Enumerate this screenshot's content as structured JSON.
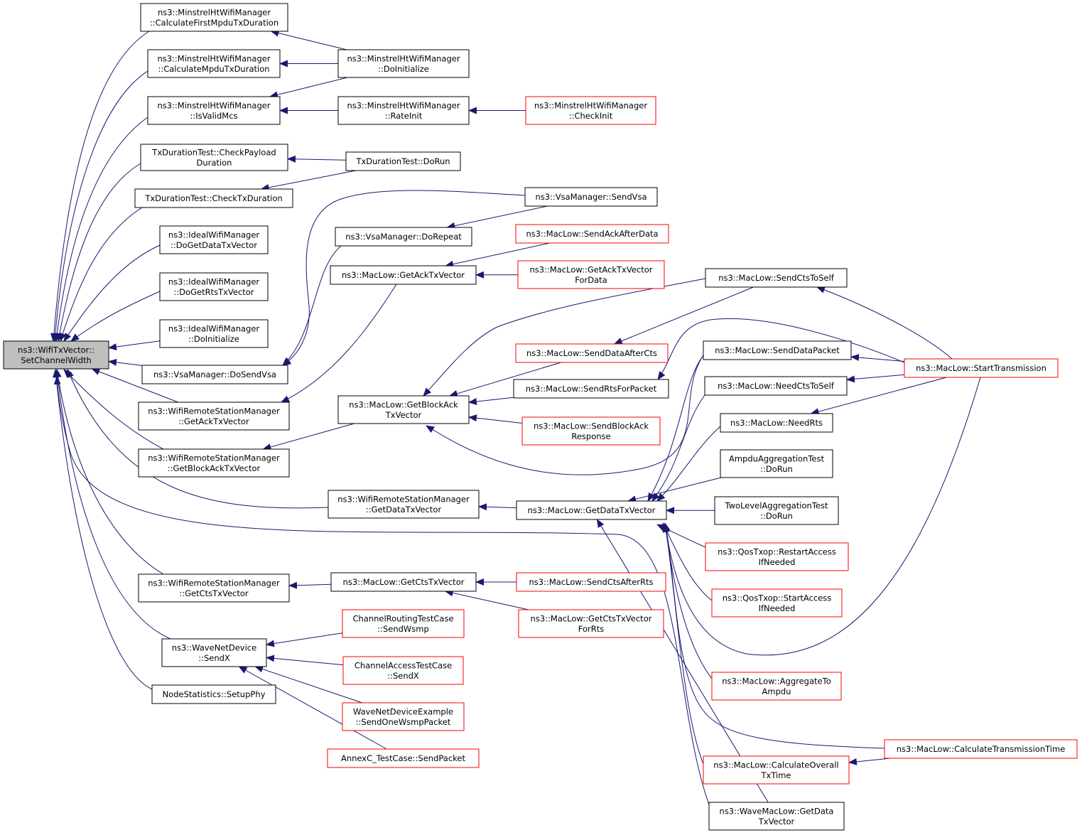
{
  "colors": {
    "edge": "#191970",
    "black_border": "#000000",
    "red_border": "#ff0000",
    "focus_fill": "#bfbfbf",
    "node_fill": "#ffffff"
  },
  "nodes": [
    {
      "id": "root",
      "lines": [
        "ns3::WifiTxVector::",
        "SetChannelWidth"
      ],
      "border": "black",
      "focus": true
    },
    {
      "id": "mhw_cfmtd",
      "lines": [
        "ns3::MinstrelHtWifiManager",
        "::CalculateFirstMpduTxDuration"
      ],
      "border": "black"
    },
    {
      "id": "mhw_cmtd",
      "lines": [
        "ns3::MinstrelHtWifiManager",
        "::CalculateMpduTxDuration"
      ],
      "border": "black"
    },
    {
      "id": "mhw_ivm",
      "lines": [
        "ns3::MinstrelHtWifiManager",
        "::IsValidMcs"
      ],
      "border": "black"
    },
    {
      "id": "tdt_cpd",
      "lines": [
        "TxDurationTest::CheckPayload",
        "Duration"
      ],
      "border": "black"
    },
    {
      "id": "tdt_ctd",
      "lines": [
        "TxDurationTest::CheckTxDuration"
      ],
      "border": "black"
    },
    {
      "id": "iwm_dgdtv",
      "lines": [
        "ns3::IdealWifiManager",
        "::DoGetDataTxVector"
      ],
      "border": "black"
    },
    {
      "id": "iwm_dgrtv",
      "lines": [
        "ns3::IdealWifiManager",
        "::DoGetRtsTxVector"
      ],
      "border": "black"
    },
    {
      "id": "iwm_di",
      "lines": [
        "ns3::IdealWifiManager",
        "::DoInitialize"
      ],
      "border": "black"
    },
    {
      "id": "vsa_dsv",
      "lines": [
        "ns3::VsaManager::DoSendVsa"
      ],
      "border": "black"
    },
    {
      "id": "wrsm_gatv",
      "lines": [
        "ns3::WifiRemoteStationManager",
        "::GetAckTxVector"
      ],
      "border": "black"
    },
    {
      "id": "wrsm_gbatv",
      "lines": [
        "ns3::WifiRemoteStationManager",
        "::GetBlockAckTxVector"
      ],
      "border": "black"
    },
    {
      "id": "wrsm_gdtv",
      "lines": [
        "ns3::WifiRemoteStationManager",
        "::GetDataTxVector"
      ],
      "border": "black"
    },
    {
      "id": "wrsm_gctv",
      "lines": [
        "ns3::WifiRemoteStationManager",
        "::GetCtsTxVector"
      ],
      "border": "black"
    },
    {
      "id": "wnd_sx",
      "lines": [
        "ns3::WaveNetDevice",
        "::SendX"
      ],
      "border": "black"
    },
    {
      "id": "ns_sp",
      "lines": [
        "NodeStatistics::SetupPhy"
      ],
      "border": "black"
    },
    {
      "id": "mhw_di",
      "lines": [
        "ns3::MinstrelHtWifiManager",
        "::DoInitialize"
      ],
      "border": "black"
    },
    {
      "id": "mhw_ri",
      "lines": [
        "ns3::MinstrelHtWifiManager",
        "::RateInit"
      ],
      "border": "black"
    },
    {
      "id": "mhw_ci",
      "lines": [
        "ns3::MinstrelHtWifiManager",
        "::CheckInit"
      ],
      "border": "red"
    },
    {
      "id": "tdt_dr",
      "lines": [
        "TxDurationTest::DoRun"
      ],
      "border": "black"
    },
    {
      "id": "vsa_sv",
      "lines": [
        "ns3::VsaManager::SendVsa"
      ],
      "border": "black"
    },
    {
      "id": "vsa_dr",
      "lines": [
        "ns3::VsaManager::DoRepeat"
      ],
      "border": "black"
    },
    {
      "id": "ml_saad",
      "lines": [
        "ns3::MacLow::SendAckAfterData"
      ],
      "border": "red"
    },
    {
      "id": "ml_gatv",
      "lines": [
        "ns3::MacLow::GetAckTxVector"
      ],
      "border": "black"
    },
    {
      "id": "ml_gatvfd",
      "lines": [
        "ns3::MacLow::GetAckTxVector",
        "ForData"
      ],
      "border": "red"
    },
    {
      "id": "ml_scts",
      "lines": [
        "ns3::MacLow::SendCtsToSelf"
      ],
      "border": "black"
    },
    {
      "id": "ml_sdac",
      "lines": [
        "ns3::MacLow::SendDataAfterCts"
      ],
      "border": "red"
    },
    {
      "id": "ml_sdp",
      "lines": [
        "ns3::MacLow::SendDataPacket"
      ],
      "border": "black"
    },
    {
      "id": "ml_st",
      "lines": [
        "ns3::MacLow::StartTransmission"
      ],
      "border": "red"
    },
    {
      "id": "ml_srfp",
      "lines": [
        "ns3::MacLow::SendRtsForPacket"
      ],
      "border": "black"
    },
    {
      "id": "ml_ncts",
      "lines": [
        "ns3::MacLow::NeedCtsToSelf"
      ],
      "border": "black"
    },
    {
      "id": "ml_gbatv",
      "lines": [
        "ns3::MacLow::GetBlockAck",
        "TxVector"
      ],
      "border": "black"
    },
    {
      "id": "ml_sbar",
      "lines": [
        "ns3::MacLow::SendBlockAck",
        "Response"
      ],
      "border": "red"
    },
    {
      "id": "ml_nr",
      "lines": [
        "ns3::MacLow::NeedRts"
      ],
      "border": "black"
    },
    {
      "id": "aat_dr",
      "lines": [
        "AmpduAggregationTest",
        "::DoRun"
      ],
      "border": "black"
    },
    {
      "id": "ml_gdtv",
      "lines": [
        "ns3::MacLow::GetDataTxVector"
      ],
      "border": "black"
    },
    {
      "id": "tlat_dr",
      "lines": [
        "TwoLevelAggregationTest",
        "::DoRun"
      ],
      "border": "black"
    },
    {
      "id": "qt_rain",
      "lines": [
        "ns3::QosTxop::RestartAccess",
        "IfNeeded"
      ],
      "border": "red"
    },
    {
      "id": "ml_gctv",
      "lines": [
        "ns3::MacLow::GetCtsTxVector"
      ],
      "border": "black"
    },
    {
      "id": "ml_scar",
      "lines": [
        "ns3::MacLow::SendCtsAfterRts"
      ],
      "border": "red"
    },
    {
      "id": "qt_sain",
      "lines": [
        "ns3::QosTxop::StartAccess",
        "IfNeeded"
      ],
      "border": "red"
    },
    {
      "id": "crtc_sw",
      "lines": [
        "ChannelRoutingTestCase",
        "::SendWsmp"
      ],
      "border": "red"
    },
    {
      "id": "ml_gctvfr",
      "lines": [
        "ns3::MacLow::GetCtsTxVector",
        "ForRts"
      ],
      "border": "red"
    },
    {
      "id": "catc_sx",
      "lines": [
        "ChannelAccessTestCase",
        "::SendX"
      ],
      "border": "red"
    },
    {
      "id": "ml_ata",
      "lines": [
        "ns3::MacLow::AggregateTo",
        "Ampdu"
      ],
      "border": "red"
    },
    {
      "id": "wnde_sowp",
      "lines": [
        "WaveNetDeviceExample",
        "::SendOneWsmpPacket"
      ],
      "border": "red"
    },
    {
      "id": "act_sp",
      "lines": [
        "AnnexC_TestCase::SendPacket"
      ],
      "border": "red"
    },
    {
      "id": "ml_ctt",
      "lines": [
        "ns3::MacLow::CalculateTransmissionTime"
      ],
      "border": "red"
    },
    {
      "id": "ml_cott",
      "lines": [
        "ns3::MacLow::CalculateOverall",
        "TxTime"
      ],
      "border": "red"
    },
    {
      "id": "wml_gdtv",
      "lines": [
        "ns3::WaveMacLow::GetData",
        "TxVector"
      ],
      "border": "black"
    }
  ],
  "edges": [
    {
      "from": "mhw_cfmtd",
      "to": "root"
    },
    {
      "from": "mhw_cmtd",
      "to": "root"
    },
    {
      "from": "mhw_ivm",
      "to": "root"
    },
    {
      "from": "tdt_cpd",
      "to": "root"
    },
    {
      "from": "tdt_ctd",
      "to": "root"
    },
    {
      "from": "iwm_dgdtv",
      "to": "root"
    },
    {
      "from": "iwm_dgrtv",
      "to": "root"
    },
    {
      "from": "iwm_di",
      "to": "root"
    },
    {
      "from": "vsa_dsv",
      "to": "root"
    },
    {
      "from": "wrsm_gatv",
      "to": "root"
    },
    {
      "from": "wrsm_gbatv",
      "to": "root"
    },
    {
      "from": "wrsm_gdtv",
      "to": "root"
    },
    {
      "from": "wrsm_gctv",
      "to": "root"
    },
    {
      "from": "wnd_sx",
      "to": "root"
    },
    {
      "from": "ns_sp",
      "to": "root"
    },
    {
      "from": "wml_gdtv",
      "to": "root"
    },
    {
      "from": "mhw_di",
      "to": "mhw_cfmtd"
    },
    {
      "from": "mhw_di",
      "to": "mhw_cmtd"
    },
    {
      "from": "mhw_di",
      "to": "mhw_ivm"
    },
    {
      "from": "mhw_ri",
      "to": "mhw_ivm"
    },
    {
      "from": "mhw_ci",
      "to": "mhw_ri"
    },
    {
      "from": "tdt_dr",
      "to": "tdt_cpd"
    },
    {
      "from": "tdt_dr",
      "to": "tdt_ctd"
    },
    {
      "from": "vsa_sv",
      "to": "vsa_dsv"
    },
    {
      "from": "vsa_sv",
      "to": "vsa_dr"
    },
    {
      "from": "vsa_dr",
      "to": "vsa_dsv"
    },
    {
      "from": "ml_gatv",
      "to": "wrsm_gatv"
    },
    {
      "from": "ml_saad",
      "to": "ml_gatv"
    },
    {
      "from": "ml_gatvfd",
      "to": "ml_gatv"
    },
    {
      "from": "ml_gbatv",
      "to": "wrsm_gbatv"
    },
    {
      "from": "ml_scts",
      "to": "ml_gbatv"
    },
    {
      "from": "ml_sdac",
      "to": "ml_gbatv"
    },
    {
      "from": "ml_srfp",
      "to": "ml_gbatv"
    },
    {
      "from": "ml_sbar",
      "to": "ml_gbatv"
    },
    {
      "from": "ml_sdp",
      "to": "ml_gbatv"
    },
    {
      "from": "ml_scts",
      "to": "ml_sdac"
    },
    {
      "from": "ml_st",
      "to": "ml_srfp"
    },
    {
      "from": "ml_st",
      "to": "ml_scts"
    },
    {
      "from": "ml_st",
      "to": "ml_sdp"
    },
    {
      "from": "ml_st",
      "to": "ml_ncts"
    },
    {
      "from": "ml_st",
      "to": "ml_nr"
    },
    {
      "from": "ml_st",
      "to": "ml_gdtv"
    },
    {
      "from": "ml_gdtv",
      "to": "wrsm_gdtv"
    },
    {
      "from": "ml_sdp",
      "to": "ml_gdtv"
    },
    {
      "from": "ml_ncts",
      "to": "ml_gdtv"
    },
    {
      "from": "ml_nr",
      "to": "ml_gdtv"
    },
    {
      "from": "aat_dr",
      "to": "ml_gdtv"
    },
    {
      "from": "tlat_dr",
      "to": "ml_gdtv"
    },
    {
      "from": "qt_rain",
      "to": "ml_gdtv"
    },
    {
      "from": "qt_sain",
      "to": "ml_gdtv"
    },
    {
      "from": "ml_ata",
      "to": "ml_gdtv"
    },
    {
      "from": "ml_ctt",
      "to": "ml_gdtv"
    },
    {
      "from": "ml_cott",
      "to": "ml_gdtv"
    },
    {
      "from": "wml_gdtv",
      "to": "ml_gdtv"
    },
    {
      "from": "ml_ctt",
      "to": "ml_cott"
    },
    {
      "from": "ml_gctv",
      "to": "wrsm_gctv"
    },
    {
      "from": "ml_scar",
      "to": "ml_gctv"
    },
    {
      "from": "ml_gctvfr",
      "to": "ml_gctv"
    },
    {
      "from": "crtc_sw",
      "to": "wnd_sx"
    },
    {
      "from": "catc_sx",
      "to": "wnd_sx"
    },
    {
      "from": "wnde_sowp",
      "to": "wnd_sx"
    },
    {
      "from": "act_sp",
      "to": "wnd_sx"
    }
  ]
}
